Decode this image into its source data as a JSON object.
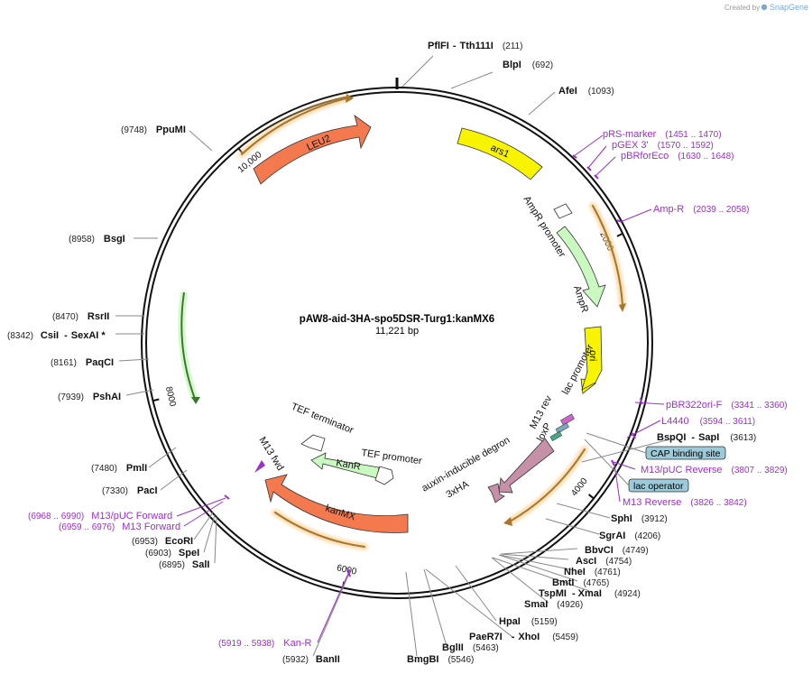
{
  "credit": {
    "text": "Created by",
    "brand": "SnapGene"
  },
  "plasmid": {
    "name": "pAW8-aid-3HA-spo5DSR-Turg1:kanMX6",
    "size": "11,221 bp"
  },
  "ticks": [
    {
      "label": "2000",
      "bp": 2000
    },
    {
      "label": "4000",
      "bp": 4000
    },
    {
      "label": "6000",
      "bp": 6000
    },
    {
      "label": "8000",
      "bp": 8000
    },
    {
      "label": "10,000",
      "bp": 10000
    }
  ],
  "enzymes": [
    {
      "id": "pflfi",
      "name": "PflFI",
      "sep": "-",
      "name2": "Tth111I",
      "pos": "(211)"
    },
    {
      "id": "blpi",
      "name": "BlpI",
      "pos": "(692)"
    },
    {
      "id": "afei",
      "name": "AfeI",
      "pos": "(1093)"
    },
    {
      "id": "ppumi",
      "name": "PpuMI",
      "pos": "(9748)"
    },
    {
      "id": "bsgi",
      "name": "BsgI",
      "pos": "(8958)"
    },
    {
      "id": "rsrii",
      "name": "RsrII",
      "pos": "(8470)"
    },
    {
      "id": "csii",
      "name": "CsiI",
      "sep": "-",
      "name2": "SexAI *",
      "pos": "(8342)"
    },
    {
      "id": "paqci",
      "name": "PaqCI",
      "pos": "(8161)"
    },
    {
      "id": "pshai",
      "name": "PshAI",
      "pos": "(7939)"
    },
    {
      "id": "pmli",
      "name": "PmlI",
      "pos": "(7480)"
    },
    {
      "id": "paci",
      "name": "PacI",
      "pos": "(7330)"
    },
    {
      "id": "ecori",
      "name": "EcoRI",
      "pos": "(6953)"
    },
    {
      "id": "spei",
      "name": "SpeI",
      "pos": "(6903)"
    },
    {
      "id": "sali",
      "name": "SalI",
      "pos": "(6895)"
    },
    {
      "id": "banii",
      "name": "BanII",
      "pos": "(5932)"
    },
    {
      "id": "bmgbi",
      "name": "BmgBI",
      "pos": "(5546)"
    },
    {
      "id": "bglii",
      "name": "BglII",
      "pos": "(5463)"
    },
    {
      "id": "paer7i",
      "name": "PaeR7I",
      "sep": "-",
      "name2": "XhoI",
      "pos": "(5459)"
    },
    {
      "id": "hpai",
      "name": "HpaI",
      "pos": "(5159)"
    },
    {
      "id": "smai",
      "name": "SmaI",
      "pos": "(4926)"
    },
    {
      "id": "tspmi",
      "name": "TspMI",
      "sep": "-",
      "name2": "XmaI",
      "pos": "(4924)"
    },
    {
      "id": "bmti",
      "name": "BmtI",
      "pos": "(4765)"
    },
    {
      "id": "nhei",
      "name": "NheI",
      "pos": "(4761)"
    },
    {
      "id": "asci",
      "name": "AscI",
      "pos": "(4754)"
    },
    {
      "id": "bbvci",
      "name": "BbvCI",
      "pos": "(4749)"
    },
    {
      "id": "sgrai",
      "name": "SgrAI",
      "pos": "(4206)"
    },
    {
      "id": "sphi",
      "name": "SphI",
      "pos": "(3912)"
    },
    {
      "id": "bspqi",
      "name": "BspQI",
      "sep": "-",
      "name2": "SapI",
      "pos": "(3613)"
    }
  ],
  "primers": [
    {
      "id": "prs-marker",
      "name": "pRS-marker",
      "pos": "(1451 .. 1470)"
    },
    {
      "id": "pgex3",
      "name": "pGEX 3'",
      "pos": "(1570 .. 1592)"
    },
    {
      "id": "pbrforeco",
      "name": "pBRforEco",
      "pos": "(1630 .. 1648)"
    },
    {
      "id": "amp-r",
      "name": "Amp-R",
      "pos": "(2039 .. 2058)"
    },
    {
      "id": "pbr322ori-f",
      "name": "pBR322ori-F",
      "pos": "(3341 .. 3360)"
    },
    {
      "id": "l4440",
      "name": "L4440",
      "pos": "(3594 .. 3611)"
    },
    {
      "id": "m13-puc-reverse",
      "name": "M13/pUC Reverse",
      "pos": "(3807 .. 3829)"
    },
    {
      "id": "m13-reverse",
      "name": "M13 Reverse",
      "pos": "(3826 .. 3842)"
    },
    {
      "id": "m13-puc-forward",
      "name": "M13/pUC Forward",
      "pos": "(6968 .. 6990)"
    },
    {
      "id": "m13-forward",
      "name": "M13 Forward",
      "pos": "(6959 .. 6976)"
    },
    {
      "id": "kan-r",
      "name": "Kan-R",
      "pos": "(5919 .. 5938)"
    }
  ],
  "boxes": {
    "cap": "CAP binding site",
    "lac": "lac operator"
  },
  "features": {
    "leu2": "LEU2",
    "ars1": "ars1",
    "ampr_promoter": "AmpR promoter",
    "ampr": "AmpR",
    "ori": "ori",
    "lac_promoter": "lac promoter",
    "m13_rev": "M13 rev",
    "loxp": "loxP",
    "aid": "auxin-inducible degron",
    "ha": "3xHA",
    "kanr": "KanR",
    "tef_terminator": "TEF terminator",
    "tef_promoter": "TEF promoter",
    "m13_fwd": "M13 fwd",
    "kanmx": "kanMX"
  },
  "colors": {
    "leu2": "#f4794f",
    "kanmx": "#f4794f",
    "ars1": "#f8f400",
    "ori": "#f8f400",
    "ampr": "#c9f8c1",
    "kanr": "#c9f8c1",
    "aid": "#c690a8",
    "orange_track": "#f0b34a",
    "primer": "#9b30c8",
    "box": "#9ccad8"
  }
}
